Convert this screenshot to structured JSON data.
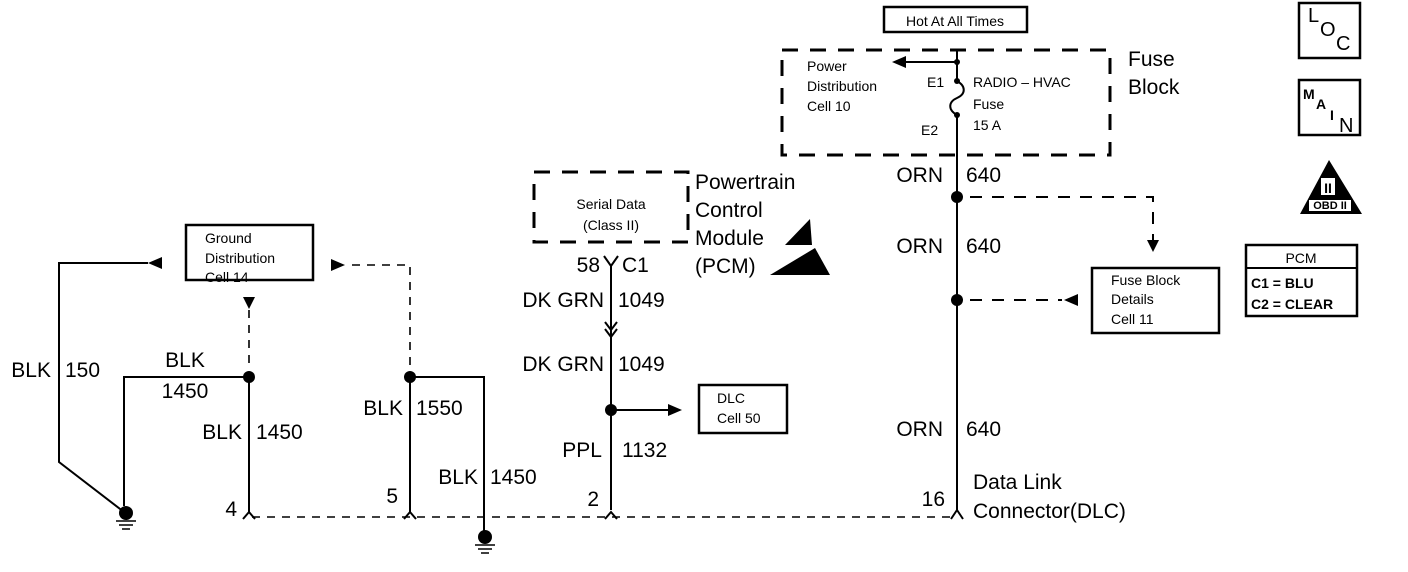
{
  "title": "Data Link Connector (DLC) wiring schematic",
  "power": {
    "hot_label": "Hot At All Times",
    "fuse_block_label_1": "Fuse",
    "fuse_block_label_2": "Block",
    "power_dist_1": "Power",
    "power_dist_2": "Distribution",
    "power_dist_3": "Cell 10",
    "terminal_e1": "E1",
    "terminal_e2": "E2",
    "fuse_name_1": "RADIO – HVAC",
    "fuse_name_2": "Fuse",
    "fuse_rating": "15 A"
  },
  "pcm": {
    "serial_data_1": "Serial Data",
    "serial_data_2": "(Class II)",
    "name_1": "Powertrain",
    "name_2": "Control",
    "name_3": "Module",
    "name_4": "(PCM)",
    "pin": "58",
    "connector": "C1",
    "legend_title": "PCM",
    "legend_c1": "C1 = BLU",
    "legend_c2": "C2 = CLEAR"
  },
  "wires": {
    "dkgrn_color": "DK GRN",
    "dkgrn_circuit": "1049",
    "ppl_color": "PPL",
    "ppl_circuit": "1132",
    "orn_color": "ORN",
    "orn_circuit": "640",
    "blk_color": "BLK",
    "blk150_circuit": "150",
    "blk1450_circuit": "1450",
    "blk1550_circuit": "1550"
  },
  "references": {
    "ground_dist_1": "Ground",
    "ground_dist_2": "Distribution",
    "ground_dist_3": "Cell 14",
    "dlc_cell_1": "DLC",
    "dlc_cell_2": "Cell 50",
    "fuse_details_1": "Fuse Block",
    "fuse_details_2": "Details",
    "fuse_details_3": "Cell 11"
  },
  "dlc": {
    "pin_4": "4",
    "pin_5": "5",
    "pin_2": "2",
    "pin_16": "16",
    "name_1": "Data Link",
    "name_2": "Connector(DLC)"
  },
  "icons": {
    "loc": [
      "L",
      "O",
      "C"
    ],
    "main": [
      "M",
      "A",
      "I",
      "N"
    ],
    "obd_roman": "II",
    "obd_label": "OBD II"
  }
}
